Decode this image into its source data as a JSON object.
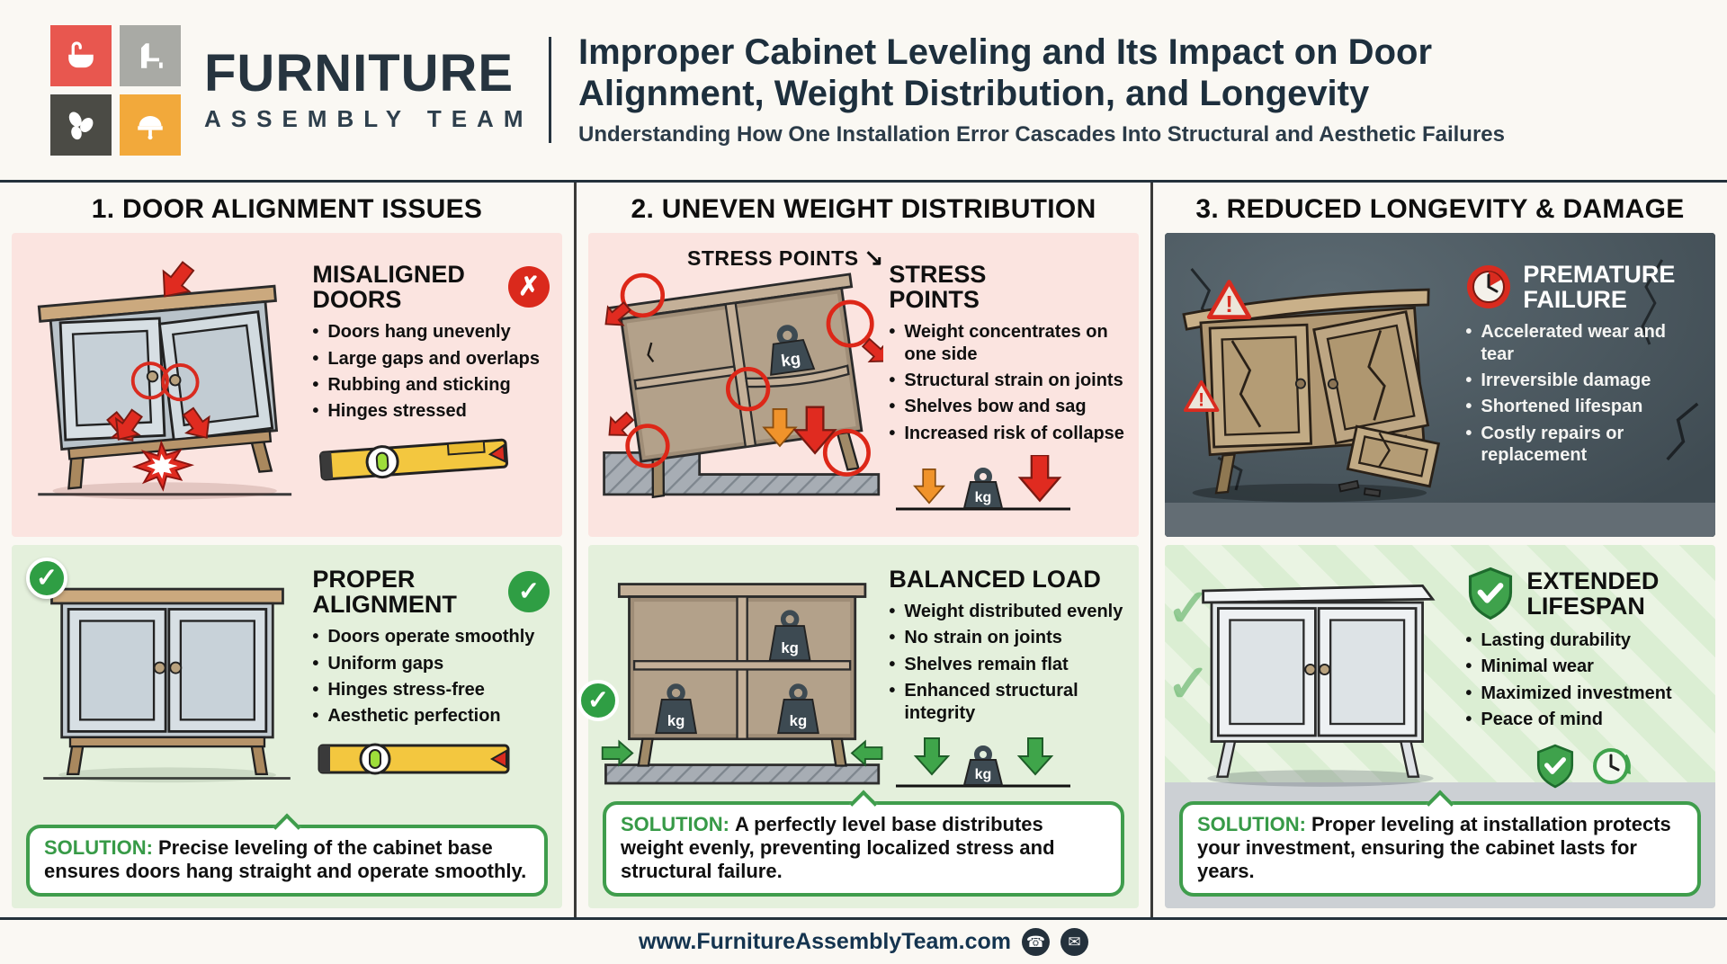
{
  "header": {
    "brand_name": "FURNITURE",
    "brand_sub": "ASSEMBLY TEAM",
    "title_lines": [
      "Improper Cabinet Leveling and Its Impact on Door",
      "Alignment, Weight Distribution, and Longevity"
    ],
    "subtitle": "Understanding How One Installation Error Cascades Into Structural and Aesthetic Failures"
  },
  "icons": {
    "check": "✓",
    "cross": "✗",
    "phone": "☎",
    "email": "✉"
  },
  "colors": {
    "accent_red": "#da291c",
    "accent_green": "#3a9e4d",
    "navy": "#1d2f3d",
    "pink_panel": "#fbe4e0",
    "green_panel": "#e4f0dc",
    "dark_panel": "#4a575f",
    "orange": "#f0932b",
    "level_yellow": "#f3c73f"
  },
  "weight_label": "kg",
  "sections": [
    {
      "header": "1. DOOR ALIGNMENT ISSUES",
      "problem": {
        "heading": "MISALIGNED DOORS",
        "bullets": [
          "Doors hang unevenly",
          "Large gaps and overlaps",
          "Rubbing and sticking",
          "Hinges stressed"
        ]
      },
      "good": {
        "heading": "PROPER ALIGNMENT",
        "bullets": [
          "Doors operate smoothly",
          "Uniform gaps",
          "Hinges stress-free",
          "Aesthetic perfection"
        ]
      },
      "solution_label": "SOLUTION:",
      "solution_text": "Precise leveling of the cabinet base ensures doors hang straight and operate smoothly."
    },
    {
      "header": "2. UNEVEN WEIGHT DISTRIBUTION",
      "problem": {
        "label": "STRESS POINTS",
        "heading": "STRESS POINTS",
        "bullets": [
          "Weight concentrates on one side",
          "Structural strain on joints",
          "Shelves bow and sag",
          "Increased risk of collapse"
        ]
      },
      "good": {
        "heading": "BALANCED LOAD",
        "bullets": [
          "Weight distributed evenly",
          "No strain on joints",
          "Shelves remain flat",
          "Enhanced structural integrity"
        ]
      },
      "solution_label": "SOLUTION:",
      "solution_text": "A perfectly level base distributes weight evenly, preventing localized stress and structural failure."
    },
    {
      "header": "3. REDUCED LONGEVITY & DAMAGE",
      "problem": {
        "heading": "PREMATURE FAILURE",
        "bullets": [
          "Accelerated wear and tear",
          "Irreversible damage",
          "Shortened lifespan",
          "Costly repairs or replacement"
        ]
      },
      "good": {
        "heading": "EXTENDED LIFESPAN",
        "bullets": [
          "Lasting durability",
          "Minimal wear",
          "Maximized investment",
          "Peace of mind"
        ]
      },
      "solution_label": "SOLUTION:",
      "solution_text": "Proper leveling at installation protects your investment, ensuring the cabinet lasts for years."
    }
  ],
  "footer": {
    "website": "www.FurnitureAssemblyTeam.com"
  }
}
